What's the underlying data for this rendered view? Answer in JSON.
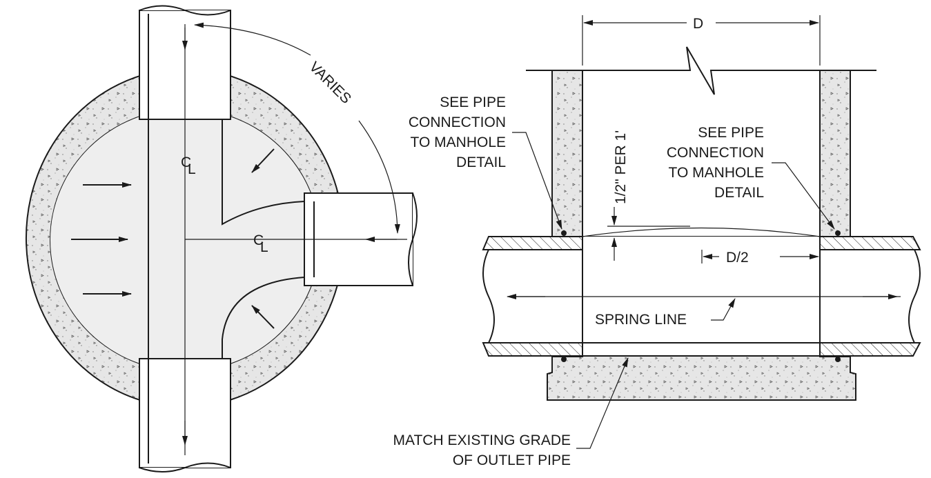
{
  "plan_view": {
    "varies_label": "VARIES",
    "centerline_symbol": "C",
    "centerline_subscript": "L"
  },
  "section_view": {
    "width_label": "D",
    "half_width_label": "D/2",
    "slope_label": "1/2\" PER 1'",
    "spring_line_label": "SPRING LINE",
    "note_left": [
      "SEE PIPE",
      "CONNECTION",
      "TO MANHOLE",
      "DETAIL"
    ],
    "note_right": [
      "SEE PIPE",
      "CONNECTION",
      "TO MANHOLE",
      "DETAIL"
    ],
    "note_bottom": [
      "MATCH EXISTING GRADE",
      "OF OUTLET PIPE"
    ]
  },
  "colors": {
    "line": "#1a1a1a",
    "concrete_fill": "#e6e6e6",
    "background": "#ffffff"
  }
}
